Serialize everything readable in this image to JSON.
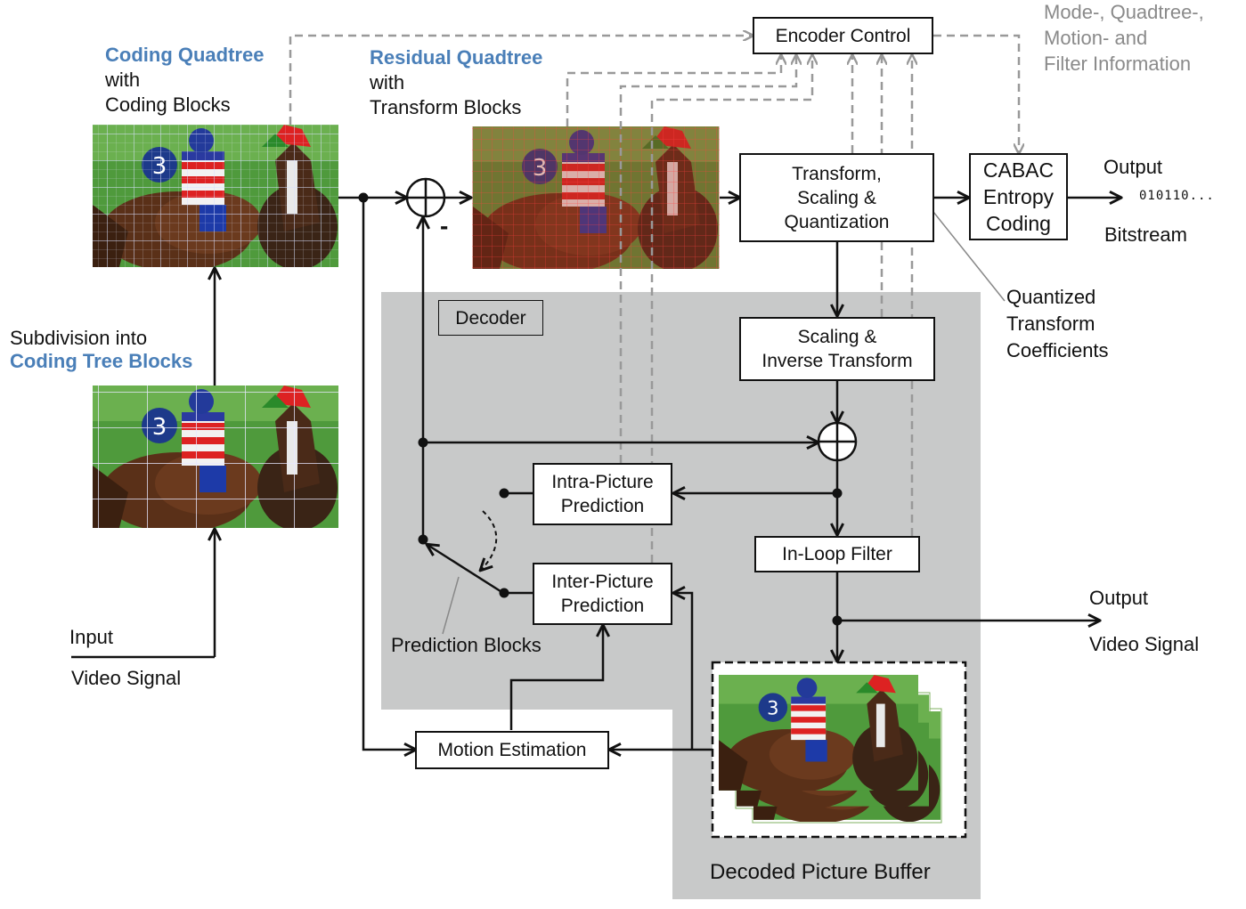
{
  "colors": {
    "blue_label": "#4a7fb8",
    "decoder_bg": "#c8c9c9",
    "control_dashed": "#999999",
    "signal": "#111111"
  },
  "labels": {
    "coding_quadtree_title": "Coding Quadtree",
    "coding_quadtree_with": "with",
    "coding_quadtree_blocks": "Coding Blocks",
    "residual_quadtree_title": "Residual Quadtree",
    "residual_quadtree_with": "with",
    "residual_quadtree_blocks": "Transform Blocks",
    "subdivision_line1": "Subdivision into",
    "subdivision_line2": "Coding Tree Blocks",
    "input_line1": "Input",
    "input_line2": "Video Signal",
    "side_info_line1": "Mode-, Quadtree-,",
    "side_info_line2": "Motion- and",
    "side_info_line3": "Filter Information",
    "output_bitstream_line1": "Output",
    "output_bitstream_bits": "010110...",
    "output_bitstream_line2": "Bitstream",
    "quantized_line1": "Quantized",
    "quantized_line2": "Transform",
    "quantized_line3": "Coefficients",
    "output_video_line1": "Output",
    "output_video_line2": "Video Signal",
    "prediction_blocks": "Prediction Blocks",
    "decoded_picture_buffer": "Decoded Picture Buffer",
    "minus_sign": "-"
  },
  "blocks": {
    "encoder_control": "Encoder Control",
    "transform_line1": "Transform,",
    "transform_line2": "Scaling &",
    "transform_line3": "Quantization",
    "cabac_line1": "CABAC",
    "cabac_line2": "Entropy",
    "cabac_line3": "Coding",
    "decoder": "Decoder",
    "scaling_line1": "Scaling &",
    "scaling_line2": "Inverse Transform",
    "intra_line1": "Intra-Picture",
    "intra_line2": "Prediction",
    "inter_line1": "Inter-Picture",
    "inter_line2": "Prediction",
    "in_loop_filter": "In-Loop Filter",
    "motion_estimation": "Motion Estimation"
  }
}
